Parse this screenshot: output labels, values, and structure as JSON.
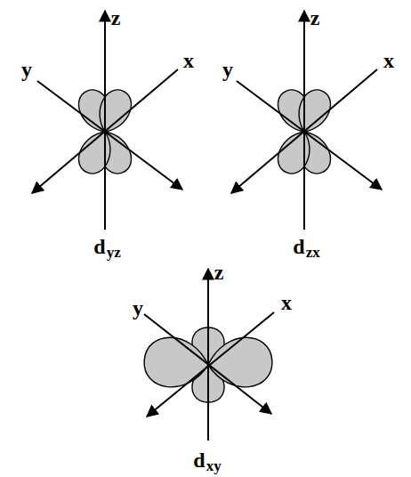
{
  "diagram": {
    "labels": [
      "z",
      "y",
      "x",
      "d",
      "yz",
      "z",
      "y",
      "x",
      "d",
      "zx",
      "z",
      "y",
      "x",
      "d",
      "xy"
    ]
  }
}
